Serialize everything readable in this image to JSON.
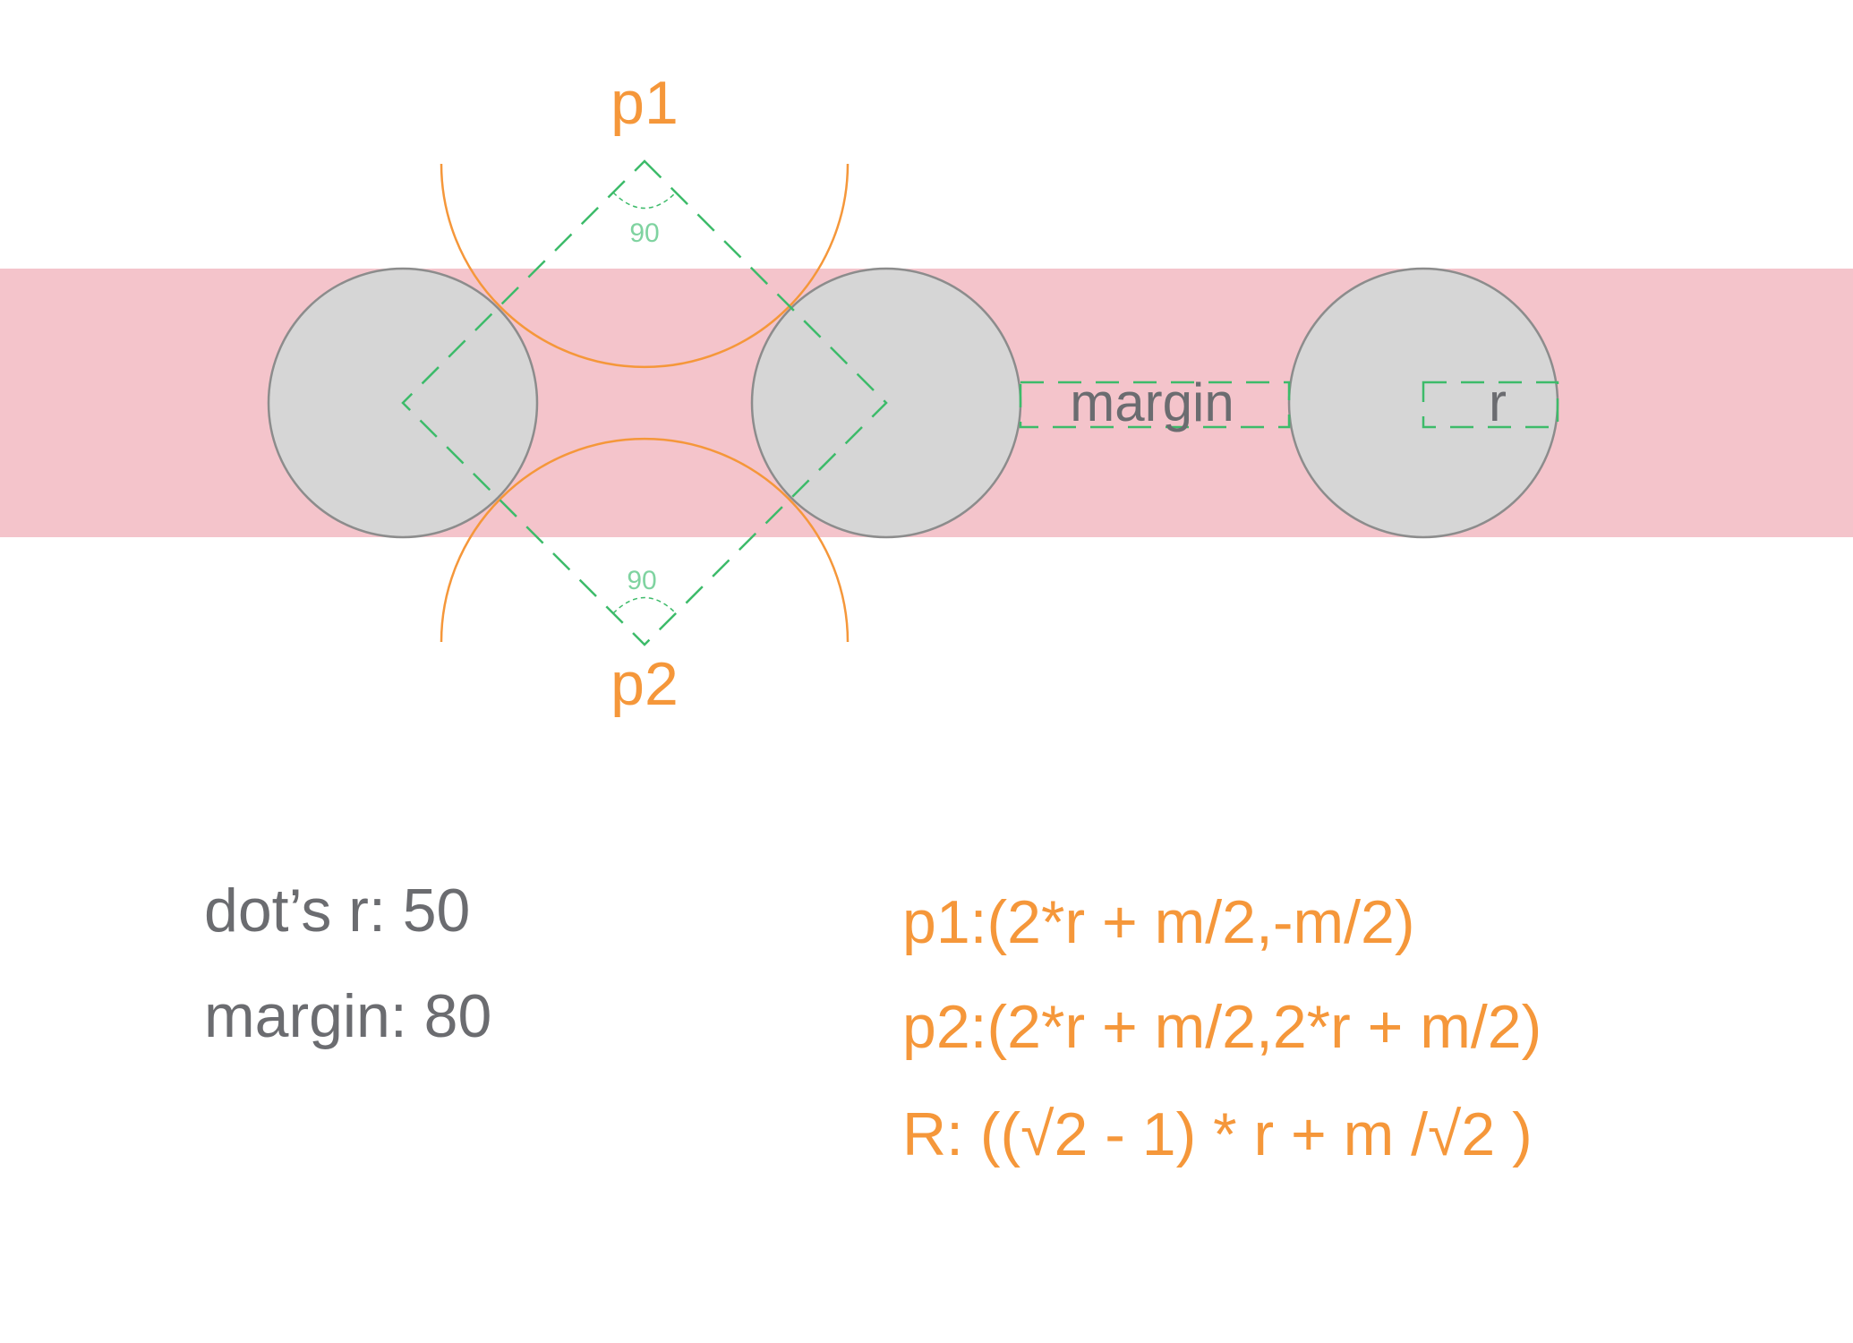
{
  "diagram": {
    "points": {
      "p1": "p1",
      "p2": "p2"
    },
    "angles": {
      "top": "90",
      "bottom": "90"
    },
    "dimensions": {
      "margin": "margin",
      "r": "r"
    }
  },
  "parameters": {
    "radius": "dot’s r: 50",
    "margin": "margin: 80"
  },
  "formulas": {
    "p1": "p1:(2*r + m/2,-m/2)",
    "p2": "p2:(2*r + m/2,2*r + m/2)",
    "R": "R: ((√2 - 1) * r + m /√2 )"
  },
  "colors": {
    "band": "#f4c4cb",
    "dot_fill": "#d6d6d6",
    "dot_stroke": "#8c8c8c",
    "arc": "#f5973a",
    "dash": "#3dbb6a",
    "gray_text": "#6b6c70",
    "orange_text": "#f5973a",
    "angle_text": "#7fd3a0"
  }
}
